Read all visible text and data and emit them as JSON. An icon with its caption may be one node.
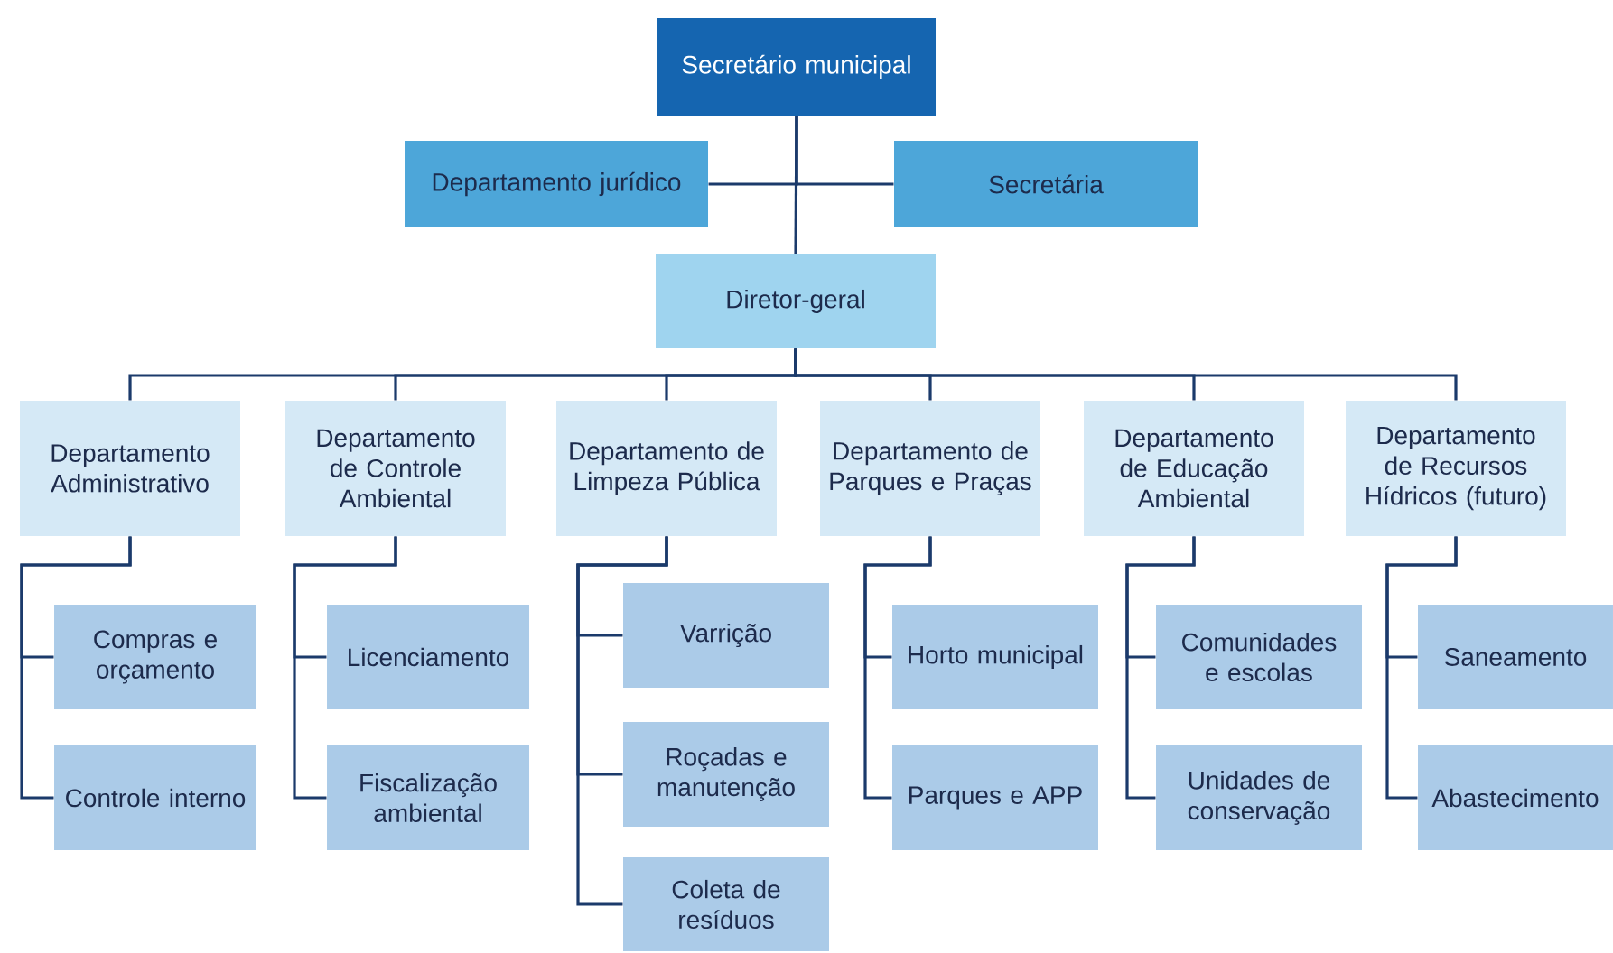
{
  "diagram": {
    "nodes": [
      {
        "text": [
          "Secretário municipal"
        ]
      },
      {
        "text": [
          "Departamento jurídico"
        ]
      },
      {
        "text": [
          "Secretária"
        ]
      },
      {
        "text": [
          "Diretor-geral"
        ]
      },
      {
        "text": [
          "Departamento Administrativo"
        ]
      },
      {
        "text": [
          "Departamento de Controle Ambiental"
        ]
      },
      {
        "text": [
          "Departamento de Limpeza Pública"
        ]
      },
      {
        "text": [
          "Departamento de Parques e Praças"
        ]
      },
      {
        "text": [
          "Departamento de Educação Ambiental"
        ]
      },
      {
        "text": [
          "Departamento de Recursos Hídricos (futuro)"
        ]
      },
      {
        "text": [
          "Compras e orçamento"
        ]
      },
      {
        "text": [
          "Controle interno"
        ]
      },
      {
        "text": [
          "Licenciamento"
        ]
      },
      {
        "text": [
          "Fiscalização ambiental"
        ]
      },
      {
        "text": [
          "Varrição"
        ]
      },
      {
        "text": [
          "Roçadas e manutenção"
        ]
      },
      {
        "text": [
          "Coleta de resíduos"
        ]
      },
      {
        "text": [
          "Horto municipal"
        ]
      },
      {
        "text": [
          "Parques e APP"
        ]
      },
      {
        "text": [
          "Comunidades e escolas"
        ]
      },
      {
        "text": [
          "Unidades de conservação"
        ]
      },
      {
        "text": [
          "Saneamento"
        ]
      },
      {
        "text": [
          "Abastecimento"
        ]
      }
    ],
    "edges": [
      {
        "from": 0,
        "to": 1,
        "arrow": "none"
      },
      {
        "from": 0,
        "to": 2,
        "arrow": "none"
      },
      {
        "from": 0,
        "to": 3,
        "arrow": "none"
      },
      {
        "from": 3,
        "to": 4,
        "arrow": "none"
      },
      {
        "from": 3,
        "to": 5,
        "arrow": "none"
      },
      {
        "from": 3,
        "to": 6,
        "arrow": "none"
      },
      {
        "from": 3,
        "to": 7,
        "arrow": "none"
      },
      {
        "from": 3,
        "to": 8,
        "arrow": "none"
      },
      {
        "from": 3,
        "to": 9,
        "arrow": "none"
      },
      {
        "from": 4,
        "to": 10,
        "arrow": "none"
      },
      {
        "from": 4,
        "to": 11,
        "arrow": "none"
      },
      {
        "from": 5,
        "to": 12,
        "arrow": "none"
      },
      {
        "from": 5,
        "to": 13,
        "arrow": "none"
      },
      {
        "from": 6,
        "to": 14,
        "arrow": "none"
      },
      {
        "from": 6,
        "to": 15,
        "arrow": "none"
      },
      {
        "from": 6,
        "to": 16,
        "arrow": "none"
      },
      {
        "from": 7,
        "to": 17,
        "arrow": "none"
      },
      {
        "from": 7,
        "to": 18,
        "arrow": "none"
      },
      {
        "from": 8,
        "to": 19,
        "arrow": "none"
      },
      {
        "from": 8,
        "to": 20,
        "arrow": "none"
      },
      {
        "from": 9,
        "to": 21,
        "arrow": "none"
      },
      {
        "from": 9,
        "to": 22,
        "arrow": "none"
      }
    ]
  }
}
